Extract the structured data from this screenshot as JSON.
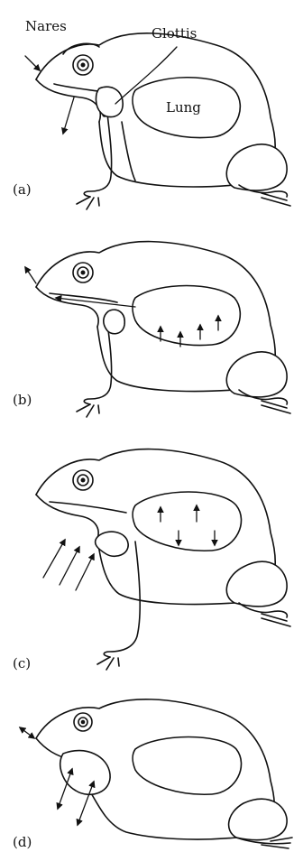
{
  "labels": {
    "nares": "Nares",
    "glottis": "Glottis",
    "lung": "Lung"
  },
  "panels": [
    {
      "label": "(a)"
    },
    {
      "label": "(b)"
    },
    {
      "label": "(c)"
    },
    {
      "label": "(d)"
    }
  ]
}
